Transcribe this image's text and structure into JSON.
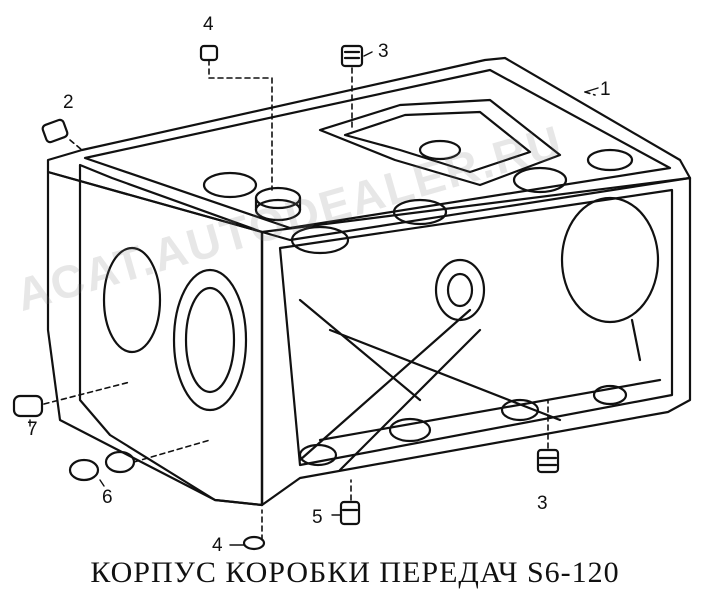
{
  "caption": "КОРПУС КОРОБКИ ПЕРЕДАЧ S6-120",
  "watermark": "ACAT.AUTODEALER.RU",
  "callouts": {
    "housing": "1",
    "plug_left": "2",
    "plug_top": "3",
    "plug_bottom": "3",
    "plug_top_left": "4",
    "plug_bottom_left": "4",
    "drain_plug": "5",
    "bushings": "6",
    "dowel": "7"
  },
  "colors": {
    "ink": "#111111",
    "paper": "#ffffff"
  }
}
